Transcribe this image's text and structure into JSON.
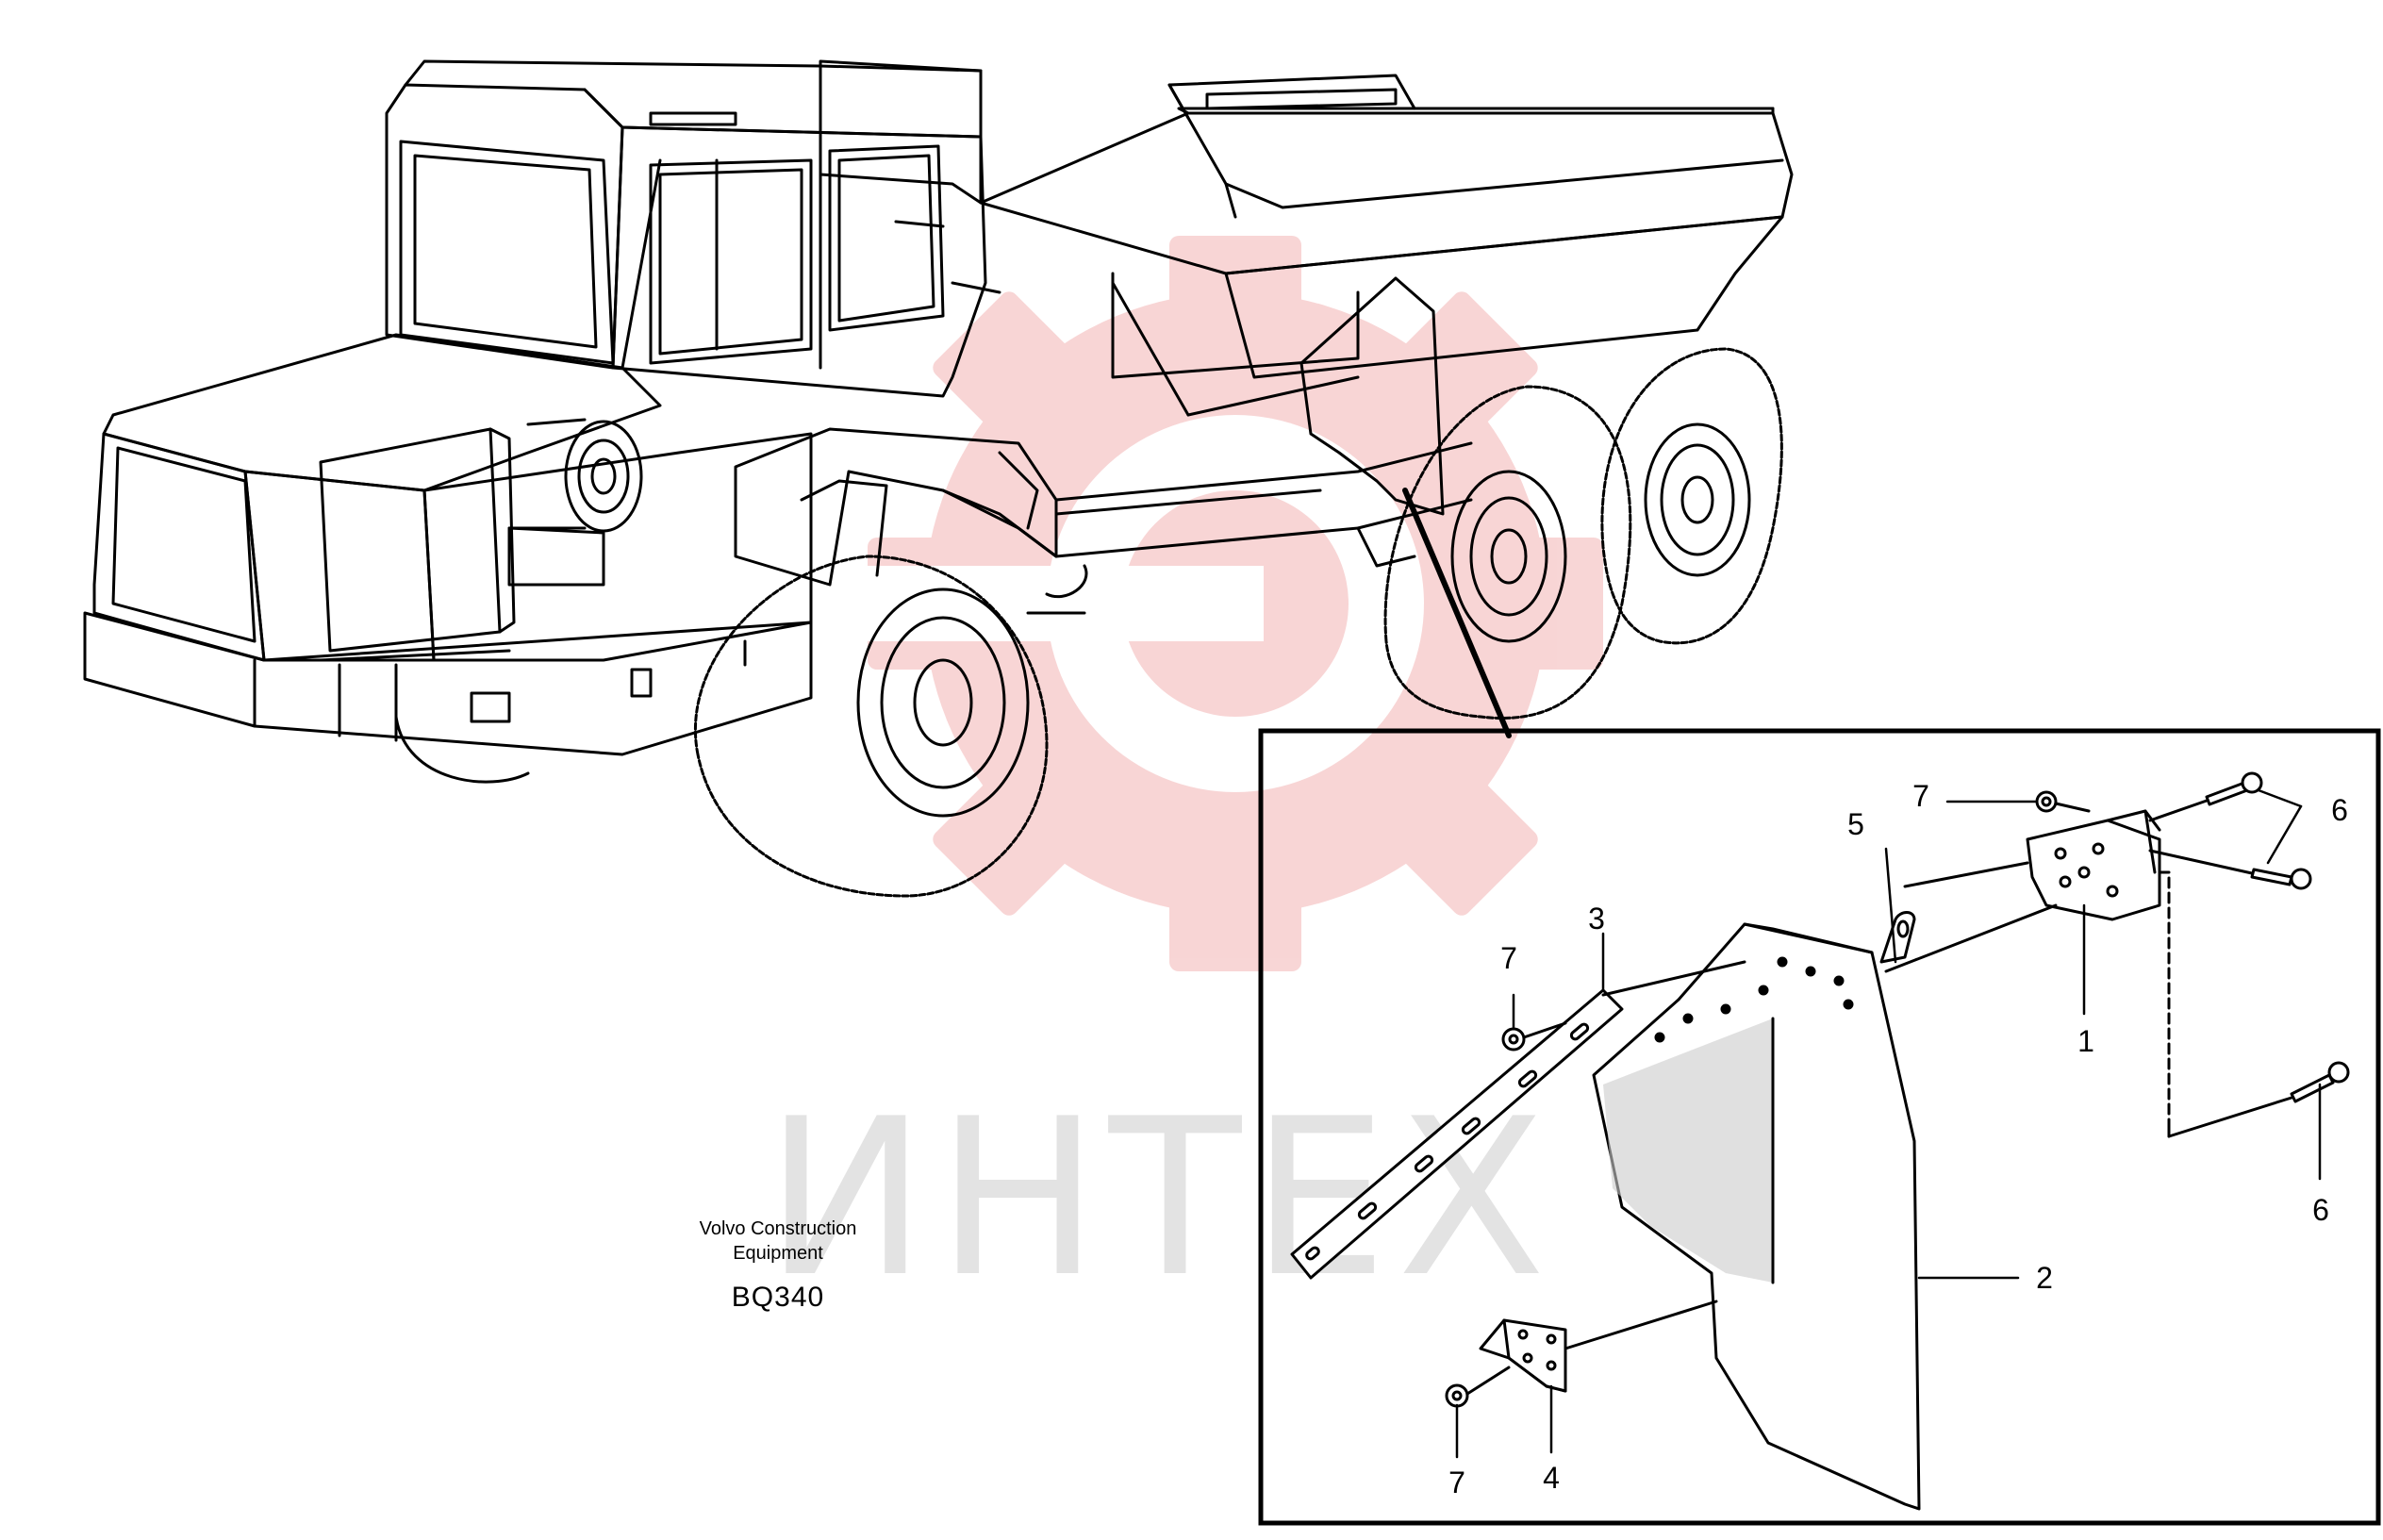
{
  "watermark": {
    "text": "ИНТЕХ",
    "color": "#f3b4b4",
    "text_color": "#e3e3e3"
  },
  "caption": {
    "line1": "Volvo Construction",
    "line2": "Equipment",
    "code": "BQ340"
  },
  "callouts": [
    {
      "id": "c1",
      "label": "1"
    },
    {
      "id": "c2",
      "label": "2"
    },
    {
      "id": "c3",
      "label": "3"
    },
    {
      "id": "c4",
      "label": "4"
    },
    {
      "id": "c5",
      "label": "5"
    },
    {
      "id": "c6a",
      "label": "6"
    },
    {
      "id": "c6b",
      "label": "6"
    },
    {
      "id": "c7a",
      "label": "7"
    },
    {
      "id": "c7b",
      "label": "7"
    },
    {
      "id": "c7c",
      "label": "7"
    }
  ]
}
